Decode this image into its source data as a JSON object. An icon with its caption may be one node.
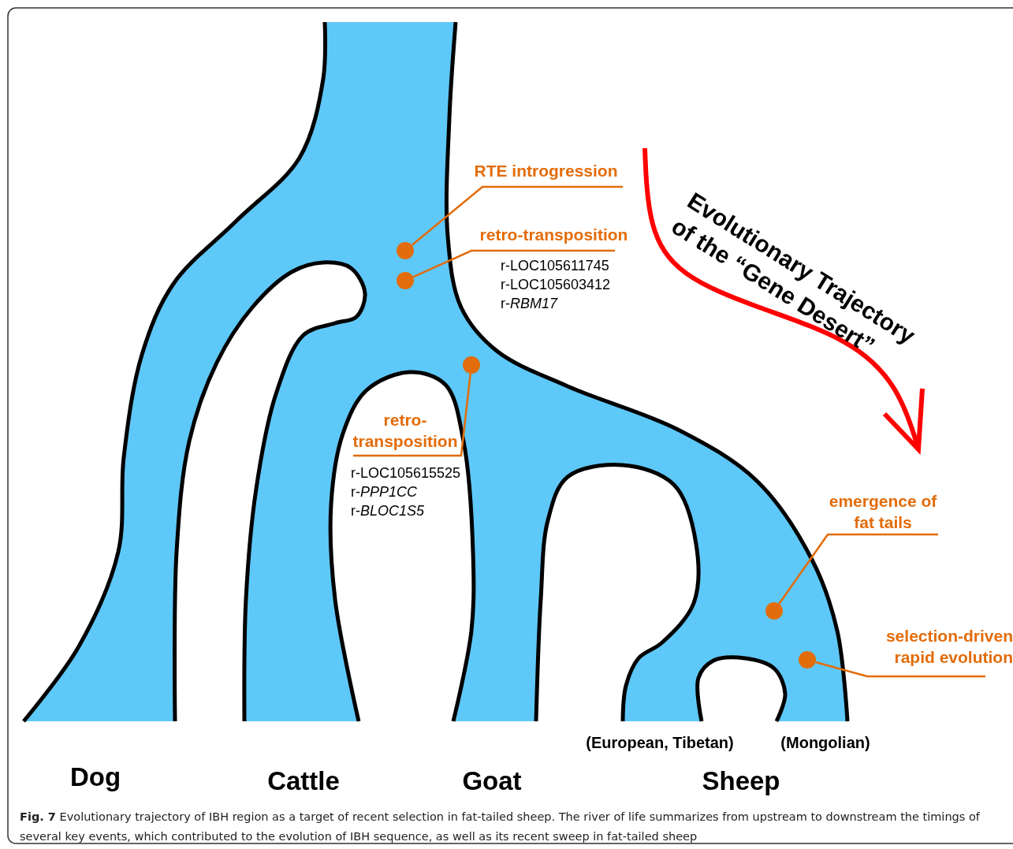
{
  "diagram": {
    "caption": "**Fig. 7** Evolutionary trajectory of IBH region as a target of recent selection in fat-tailed sheep. The river of life summarizes from upstream to downstream the timings of several key events, which contributed to the evolution of IBH sequence, as well as its recent sweep in fat-tailed sheep",
    "nodes": [
      {
        "text": [
          "RTE introgression"
        ]
      },
      {
        "text": [
          "retro-transposition"
        ],
        "beside": [
          "r-LOC105611745",
          "r-LOC105603412",
          "r-*RBM17*"
        ]
      },
      {
        "text": [
          "retro-transposition"
        ],
        "beside": [
          "r-LOC105615525",
          "r-*PPP1CC*",
          "r-*BLOC1S5*"
        ]
      },
      {
        "text": [
          "emergence of fat tails"
        ]
      },
      {
        "text": [
          "selection-driven rapid evolution"
        ]
      },
      {
        "text": [],
        "shape": "circle"
      },
      {
        "text": [],
        "shape": "circle"
      },
      {
        "text": [],
        "shape": "circle"
      },
      {
        "text": [],
        "shape": "circle"
      },
      {
        "text": [],
        "shape": "circle"
      }
    ],
    "edges": [
      {
        "from": 0,
        "to": 5,
        "arrow": "none"
      },
      {
        "from": 1,
        "to": 6,
        "arrow": "none"
      },
      {
        "from": 2,
        "to": 7,
        "arrow": "none"
      },
      {
        "from": 3,
        "to": 8,
        "arrow": "none"
      },
      {
        "from": 4,
        "to": 9,
        "arrow": "none"
      }
    ],
    "labels": [
      "Evolutionary Trajectory of the “Gene Desert”",
      "(European, Tibetan)",
      "(Mongolian)",
      "Dog",
      "Cattle",
      "Goat",
      "Sheep"
    ]
  }
}
